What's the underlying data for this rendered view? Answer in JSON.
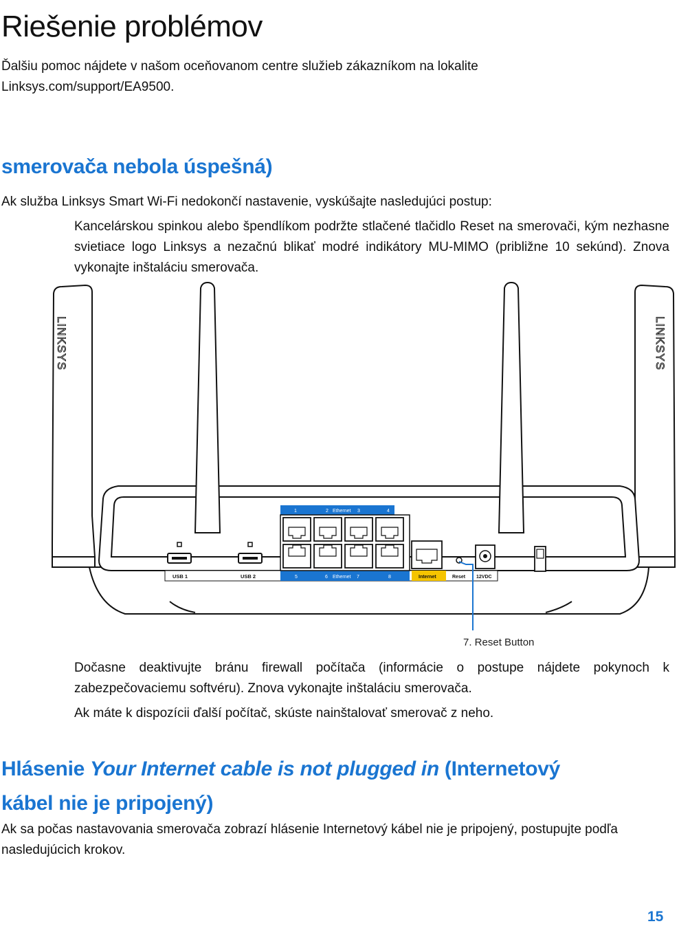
{
  "page": {
    "title": "Riešenie problémov",
    "intro_line1": "Ďalšiu pomoc nájdete v našom oceňovanom centre služieb zákazníkom na lokalite",
    "intro_line2": "Linksys.com/support/EA9500.",
    "page_number": "15"
  },
  "section1": {
    "heading": "smerovača nebola úspešná)",
    "lead": "Ak služba Linksys Smart Wi-Fi nedokončí nastavenie, vyskúšajte nasledujúci postup:",
    "step1": "Kancelárskou spinkou alebo špendlíkom podržte stlačené tlačidlo Reset na smerovači, kým nezhasne svietiace logo Linksys a nezačnú blikať modré indikátory MU-MIMO (približne 10 sekúnd). Znova vykonajte inštaláciu smerovača.",
    "step2": "Dočasne deaktivujte bránu firewall počítača (informácie o postupe nájdete pokynoch k zabezpečovaciemu softvéru). Znova vykonajte inštaláciu smerovača.",
    "step3": "Ak máte k dispozícii ďalší počítač, skúste nainštalovať smerovač z neho."
  },
  "figure": {
    "callout": "7. Reset Button",
    "antenna_logo": "LINKSYS",
    "labels": {
      "usb1": "USB 1",
      "usb2": "USB 2",
      "eth_top": [
        "1",
        "2",
        "Ethernet",
        "3",
        "4"
      ],
      "eth_bottom": [
        "5",
        "6",
        "Ethernet",
        "7",
        "8"
      ],
      "internet": "Internet",
      "reset": "Reset",
      "power": "12VDC"
    },
    "colors": {
      "ethernet_band": "#1a75d1",
      "internet_band": "#f5c400",
      "callout_line": "#1a75d1"
    }
  },
  "section2": {
    "heading_part1": "Hlásenie ",
    "heading_italic": "Your Internet cable is not plugged in",
    "heading_part2": " (Internetový",
    "heading_line2": "kábel nie je pripojený)",
    "body": "Ak sa počas nastavovania smerovača zobrazí hlásenie Internetový kábel nie je pripojený, postupujte podľa nasledujúcich krokov."
  }
}
